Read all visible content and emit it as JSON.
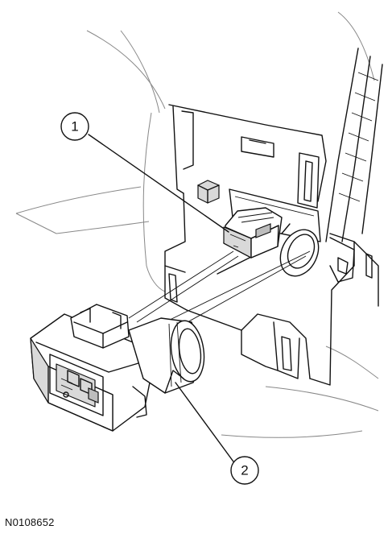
{
  "callouts": [
    {
      "label": "1"
    },
    {
      "label": "2"
    }
  ],
  "figure_id": "N0108652"
}
